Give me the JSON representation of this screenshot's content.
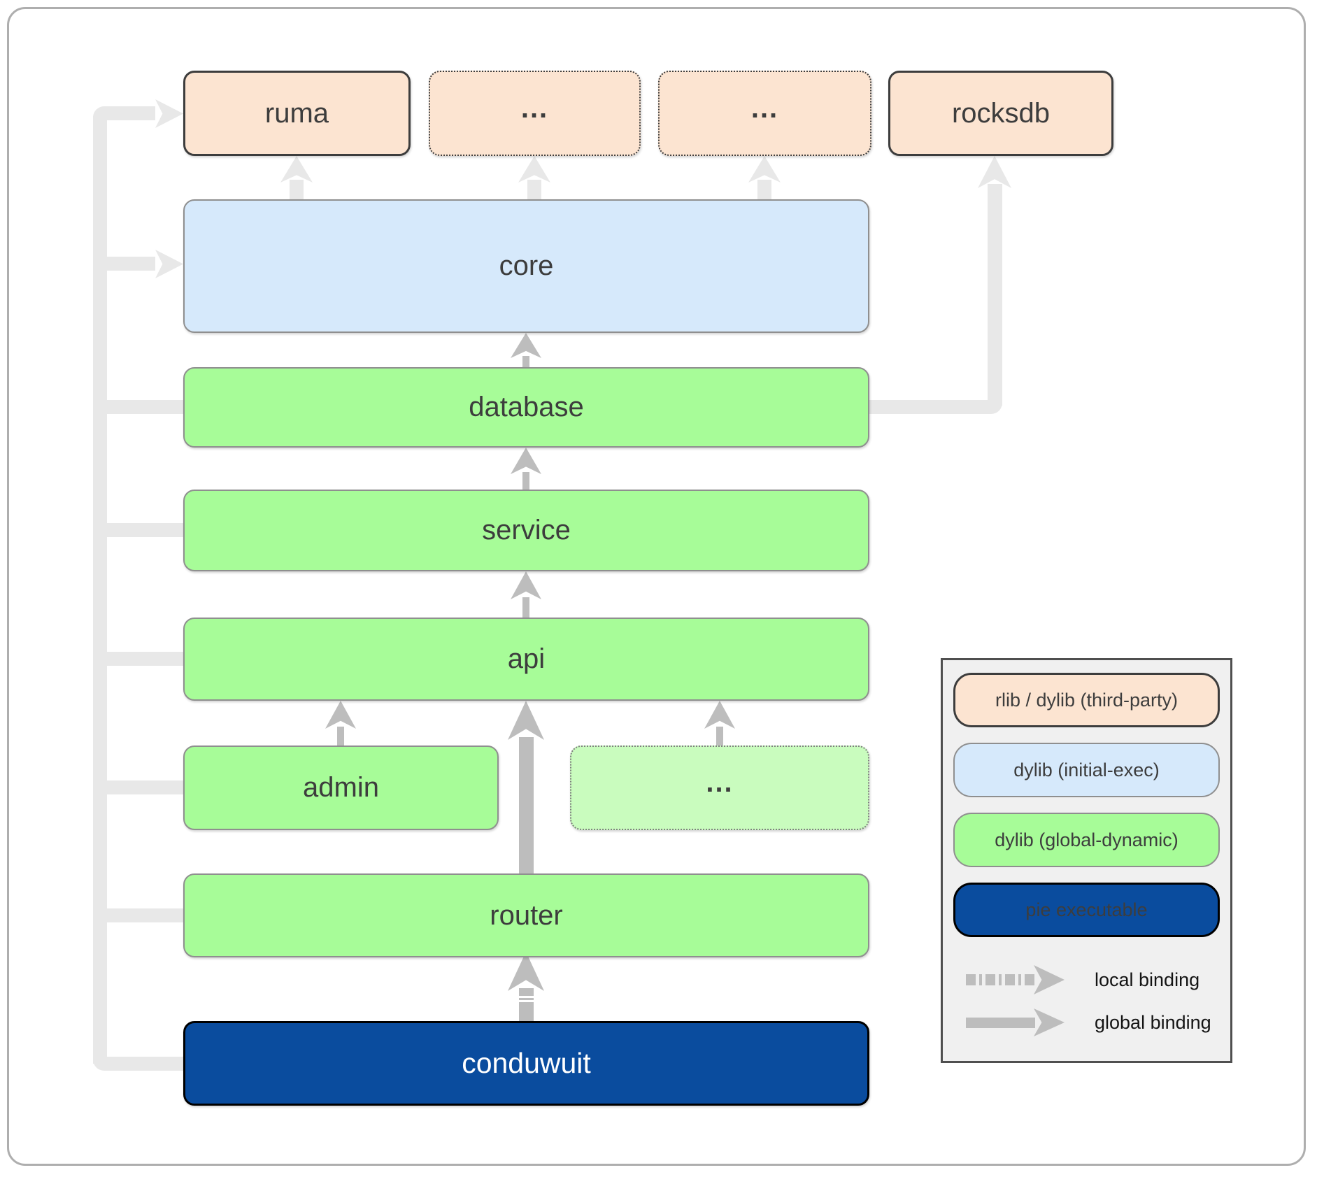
{
  "diagram": {
    "top_row": [
      {
        "id": "ruma",
        "label": "ruma"
      },
      {
        "id": "ellipsis-top-1",
        "label": "..."
      },
      {
        "id": "ellipsis-top-2",
        "label": "..."
      },
      {
        "id": "rocksdb",
        "label": "rocksdb"
      }
    ],
    "layers": [
      {
        "id": "core",
        "label": "core"
      },
      {
        "id": "database",
        "label": "database"
      },
      {
        "id": "service",
        "label": "service"
      },
      {
        "id": "api",
        "label": "api"
      },
      {
        "id": "admin",
        "label": "admin"
      },
      {
        "id": "ellipsis-mid",
        "label": "..."
      },
      {
        "id": "router",
        "label": "router"
      },
      {
        "id": "conduwuit",
        "label": "conduwuit"
      }
    ],
    "legend": {
      "items": [
        {
          "label": "rlib / dylib (third-party)"
        },
        {
          "label": "dylib (initial-exec)"
        },
        {
          "label": "dylib (global-dynamic)"
        },
        {
          "label": "pie executable"
        }
      ],
      "bindings": [
        {
          "label": "local binding",
          "arrow": "dashed-arrow-icon"
        },
        {
          "label": "global binding",
          "arrow": "solid-arrow-icon"
        }
      ]
    },
    "colors": {
      "third_party": "#fce4d1",
      "initial_exec": "#d6e9fb",
      "global_dynamic": "#a7fc98",
      "global_dynamic_light": "#c9fcbe",
      "pie": "#0a4c9e",
      "arrow_light": "#e8e8e8",
      "arrow_mid": "#bdbdbd",
      "text_dark": "#3d3d3d",
      "border_dark": "#3d3d3d",
      "border_gray": "#8f8f8f",
      "legend_bg": "#f0f0f0",
      "legend_border": "#4f4f4f",
      "frame_border": "#aeaeae"
    }
  }
}
